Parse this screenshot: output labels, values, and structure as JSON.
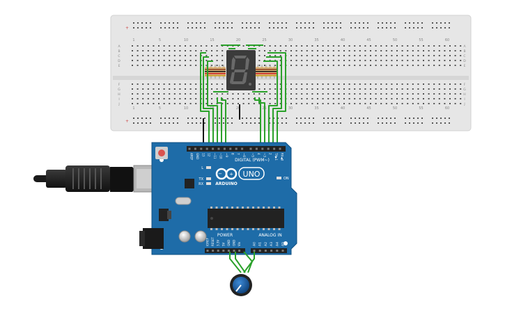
{
  "breadboard": {
    "column_numbers": [
      "1",
      "5",
      "10",
      "15",
      "20",
      "25",
      "30",
      "35",
      "40",
      "45",
      "50",
      "55",
      "60"
    ],
    "row_letters_top": [
      "A",
      "B",
      "C",
      "D",
      "E"
    ],
    "row_letters_bottom": [
      "F",
      "G",
      "H",
      "I",
      "J"
    ]
  },
  "display": {
    "digit": "8"
  },
  "arduino": {
    "brand": "ARDUINO",
    "model": "UNO",
    "digital_header_label": "DIGITAL (PWM~)",
    "power_header_label": "POWER",
    "analog_header_label": "ANALOG IN",
    "led_on_label": "ON",
    "led_l_label": "L",
    "led_tx_label": "TX",
    "led_rx_label": "RX",
    "digital_pins": [
      "AREF",
      "GND",
      "13",
      "12",
      "~11",
      "~10",
      "~9",
      "8",
      "7",
      "~6",
      "~5",
      "4",
      "~3",
      "2",
      "TX▶1",
      "RX◀0"
    ],
    "power_pins": [
      "IOREF",
      "RESET",
      "3.3V",
      "5V",
      "GND",
      "GND",
      "Vin"
    ],
    "analog_pins": [
      "A0",
      "A1",
      "A2",
      "A3",
      "A4",
      "A5"
    ]
  },
  "colors": {
    "board_blue": "#1e6ca8",
    "breadboard": "#e6e6e6",
    "wire_green": "#2aa12a",
    "potentiometer": "#1a5fa6",
    "segment_off": "#5a5a5a"
  }
}
